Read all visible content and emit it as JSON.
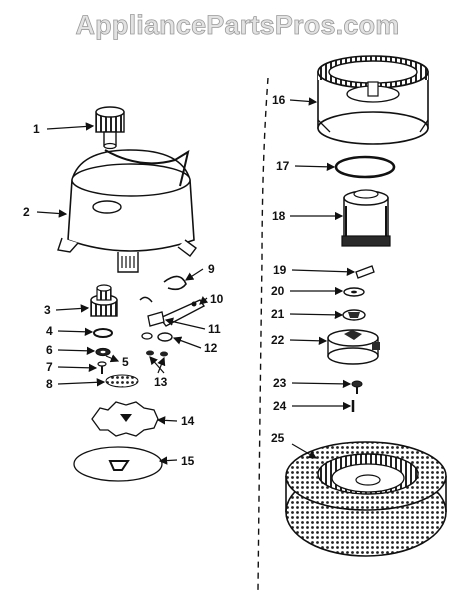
{
  "watermark": "AppliancePartsPros.com",
  "callouts": {
    "c1": "1",
    "c2": "2",
    "c3": "3",
    "c4": "4",
    "c5": "5",
    "c6": "6",
    "c7": "7",
    "c8": "8",
    "c9": "9",
    "c10": "10",
    "c11": "11",
    "c12": "12",
    "c13": "13",
    "c14": "14",
    "c15": "15",
    "c16": "16",
    "c17": "17",
    "c18": "18",
    "c19": "19",
    "c20": "20",
    "c21": "21",
    "c22": "22",
    "c23": "23",
    "c24": "24",
    "c25": "25"
  },
  "colors": {
    "ink": "#111111",
    "paper": "#ffffff",
    "shade": "#2a2a2a",
    "watermark": "#e2e2e2"
  }
}
